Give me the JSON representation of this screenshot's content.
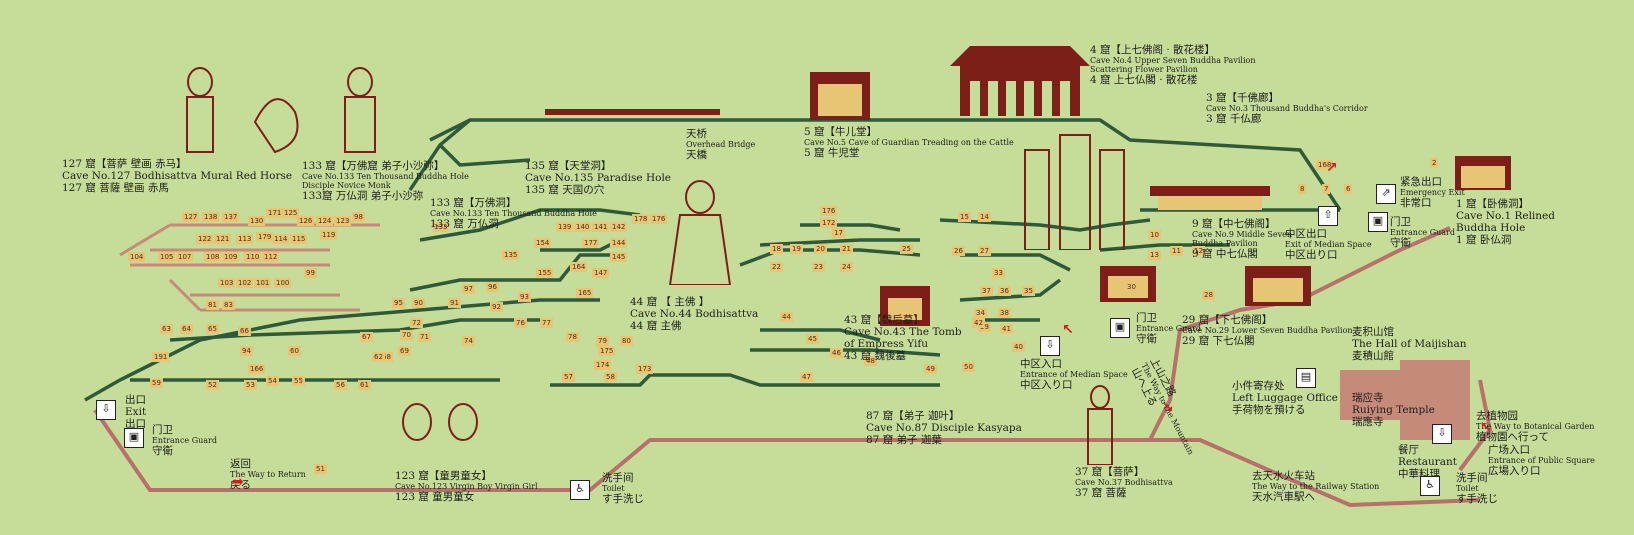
{
  "colors": {
    "background": "#c6dd9a",
    "walkway": "#2f5a3a",
    "route": "#b7716a",
    "building": "#7c1f18",
    "highlight": "#e6c574",
    "arrow": "#cc2020"
  },
  "labels": {
    "c127": {
      "zh": "127 窟【菩萨 壁画 赤马】",
      "en": "Cave No.127 Bodhisattva  Mural  Red Horse",
      "jp": "127 窟 菩薩 壁画 赤馬"
    },
    "c133a": {
      "zh": "133 窟【万佛窟 弟子小沙弥】",
      "en": "Cave No.133 Ten Thousand Buddha Hole",
      "en2": "Disciple Novice Monk",
      "jp": "133窟 万仏洞 弟子小沙弥"
    },
    "c135": {
      "zh": "135 窟【天堂洞】",
      "en": "Cave No.135 Paradise Hole",
      "jp": "135 窟 天国の穴"
    },
    "bridge": {
      "zh": "天桥",
      "en": "Overhead Bridge",
      "jp": "天橋"
    },
    "c5": {
      "zh": "5 窟【牛儿堂】",
      "en": "Cave No.5 Cave of Guardian Treading on the Cattle",
      "jp": "5 窟 牛児堂"
    },
    "c4": {
      "zh": "4 窟【上七佛阁 · 散花楼】",
      "en": "Cave No.4 Upper Seven Buddha Pavilion",
      "en2": "Scattering Flower Pavilion",
      "jp": "4 窟 上七仏閣 · 散花楼"
    },
    "c3": {
      "zh": "3 窟【千佛廊】",
      "en": "Cave No.3 Thousand Buddha's Corridor",
      "jp": "3 窟 千仏廊"
    },
    "c133b": {
      "zh": "133 窟【万佛洞】",
      "en": "Cave No.133 Ten Thousand Buddha Hole",
      "jp": "133 窟 万仏洞"
    },
    "emergency": {
      "zh": "紧急出口",
      "en": "Emergency Exit",
      "jp": "非常口"
    },
    "c1": {
      "zh": "1 窟【卧佛洞】",
      "en": "Cave No.1 Relined",
      "en2": "Buddha Hole",
      "jp": "1 窟 卧仏洞"
    },
    "c9": {
      "zh": "9 窟【中七佛阁】",
      "en": "Cave No.9 Middle Seven",
      "en2": "Buddha Pavilion",
      "jp": "9 窟 中七仏閣"
    },
    "midexit": {
      "zh": "中区出口",
      "en": "Exit of Median Space",
      "jp": "中区出り口"
    },
    "guard1": {
      "zh": "门卫",
      "en": "Entrance Guard",
      "jp": "守衛"
    },
    "c44": {
      "zh": "44 窟 【 主佛 】",
      "en": "Cave No.44 Bodhisattva",
      "jp": "44 窟 主佛"
    },
    "c43": {
      "zh": "43 窟【魏后墓】",
      "en": "Cave No.43 The Tomb",
      "en2": "of Empress Yifu",
      "jp": "43 窟 魏後墓"
    },
    "midentr": {
      "zh": "中区入口",
      "en": "Entrance of Median Space",
      "jp": "中区入り口"
    },
    "guard2": {
      "zh": "门卫",
      "en": "Entrance Guard",
      "jp": "守衛"
    },
    "c29": {
      "zh": "29 窟【下七佛阁】",
      "en": "Cave No.29  Lower Seven Buddha Pavilion",
      "jp": "29 窟 下七仏閣"
    },
    "exit": {
      "zh": "出口",
      "en": "Exit",
      "jp": "出口"
    },
    "guard3": {
      "zh": "门卫",
      "en": "Entrance Guard",
      "jp": "守衛"
    },
    "return": {
      "zh": "返回",
      "en": "The Way to Return",
      "jp": "戻る"
    },
    "c123": {
      "zh": "123 窟【童男童女】",
      "en": "Cave No.123  Virgin Boy  Virgin Girl",
      "jp": "123 窟 童男童女"
    },
    "toilet1": {
      "zh": "洗手间",
      "en": "Toilet",
      "jp": "す手洗じ"
    },
    "c87": {
      "zh": "87 窟【弟子 迦叶】",
      "en": "Cave No.87  Disciple  Kasyapa",
      "jp": "87 窟  弟子  迦葉"
    },
    "c37": {
      "zh": "37 窟【菩萨】",
      "en": "Cave No.37  Bodhisattva",
      "jp": "37 窟 菩薩"
    },
    "museum": {
      "zh": "麦积山馆",
      "en": "The Hall of Maijishan",
      "jp": "麦積山館"
    },
    "luggage": {
      "zh": "小件寄存处",
      "en": "Left Luggage Office",
      "jp": "手荷物を預ける"
    },
    "temple": {
      "zh": "瑞应寺",
      "en": "Ruiying Temple",
      "jp": "瑞應寺"
    },
    "garden": {
      "zh": "去植物园",
      "en": "The Way to Botanical Garden",
      "jp": "植物園へ行って"
    },
    "square": {
      "zh": "广场入口",
      "en": "Entrance of Public Square",
      "jp": "広場入り口"
    },
    "restaurant": {
      "zh": "餐厅",
      "en": "Restaurant",
      "jp": "中華料理"
    },
    "toilet2": {
      "zh": "洗手间",
      "en": "Toilet",
      "jp": "す手洗じ"
    },
    "railway": {
      "zh": "去天水火车站",
      "en": "The Way to the Railway Station",
      "jp": "天水汽車駅へ"
    },
    "uphill": {
      "zh": "上山之路",
      "en": "The Way to the Mountain",
      "jp": "山へ上る"
    }
  },
  "caves": [
    {
      "n": "127"
    },
    {
      "n": "138"
    },
    {
      "n": "137"
    },
    {
      "n": "130"
    },
    {
      "n": "171"
    },
    {
      "n": "125"
    },
    {
      "n": "126"
    },
    {
      "n": "124"
    },
    {
      "n": "123"
    },
    {
      "n": "98"
    },
    {
      "n": "122"
    },
    {
      "n": "121"
    },
    {
      "n": "113"
    },
    {
      "n": "179"
    },
    {
      "n": "114"
    },
    {
      "n": "115"
    },
    {
      "n": "119"
    },
    {
      "n": "104"
    },
    {
      "n": "105"
    },
    {
      "n": "107"
    },
    {
      "n": "108"
    },
    {
      "n": "109"
    },
    {
      "n": "110"
    },
    {
      "n": "112"
    },
    {
      "n": "103"
    },
    {
      "n": "102"
    },
    {
      "n": "101"
    },
    {
      "n": "100"
    },
    {
      "n": "99"
    },
    {
      "n": "81"
    },
    {
      "n": "83"
    },
    {
      "n": "95"
    },
    {
      "n": "90"
    },
    {
      "n": "91"
    },
    {
      "n": "92"
    },
    {
      "n": "97"
    },
    {
      "n": "96"
    },
    {
      "n": "93"
    },
    {
      "n": "165"
    },
    {
      "n": "135"
    },
    {
      "n": "133"
    },
    {
      "n": "139"
    },
    {
      "n": "140"
    },
    {
      "n": "141"
    },
    {
      "n": "142"
    },
    {
      "n": "178"
    },
    {
      "n": "176"
    },
    {
      "n": "154"
    },
    {
      "n": "177"
    },
    {
      "n": "144"
    },
    {
      "n": "155"
    },
    {
      "n": "147"
    },
    {
      "n": "145"
    },
    {
      "n": "164"
    },
    {
      "n": "74"
    },
    {
      "n": "76"
    },
    {
      "n": "77"
    },
    {
      "n": "78"
    },
    {
      "n": "79"
    },
    {
      "n": "80"
    },
    {
      "n": "72"
    },
    {
      "n": "70"
    },
    {
      "n": "71"
    },
    {
      "n": "67"
    },
    {
      "n": "68"
    },
    {
      "n": "69"
    },
    {
      "n": "63"
    },
    {
      "n": "64"
    },
    {
      "n": "65"
    },
    {
      "n": "66"
    },
    {
      "n": "191"
    },
    {
      "n": "94"
    },
    {
      "n": "166"
    },
    {
      "n": "60"
    },
    {
      "n": "59"
    },
    {
      "n": "52"
    },
    {
      "n": "53"
    },
    {
      "n": "54"
    },
    {
      "n": "55"
    },
    {
      "n": "56"
    },
    {
      "n": "61"
    },
    {
      "n": "62"
    },
    {
      "n": "57"
    },
    {
      "n": "58"
    },
    {
      "n": "173"
    },
    {
      "n": "174"
    },
    {
      "n": "175"
    },
    {
      "n": "51"
    },
    {
      "n": "176"
    },
    {
      "n": "172"
    },
    {
      "n": "17"
    },
    {
      "n": "18"
    },
    {
      "n": "19"
    },
    {
      "n": "20"
    },
    {
      "n": "21"
    },
    {
      "n": "22"
    },
    {
      "n": "23"
    },
    {
      "n": "24"
    },
    {
      "n": "25"
    },
    {
      "n": "15"
    },
    {
      "n": "14"
    },
    {
      "n": "26"
    },
    {
      "n": "27"
    },
    {
      "n": "33"
    },
    {
      "n": "37"
    },
    {
      "n": "36"
    },
    {
      "n": "35"
    },
    {
      "n": "34"
    },
    {
      "n": "38"
    },
    {
      "n": "39"
    },
    {
      "n": "42"
    },
    {
      "n": "41"
    },
    {
      "n": "40"
    },
    {
      "n": "44"
    },
    {
      "n": "45"
    },
    {
      "n": "46"
    },
    {
      "n": "47"
    },
    {
      "n": "48"
    },
    {
      "n": "49"
    },
    {
      "n": "50"
    },
    {
      "n": "168"
    },
    {
      "n": "8"
    },
    {
      "n": "7"
    },
    {
      "n": "6"
    },
    {
      "n": "2"
    },
    {
      "n": "10"
    },
    {
      "n": "11"
    },
    {
      "n": "12"
    },
    {
      "n": "13"
    },
    {
      "n": "30"
    },
    {
      "n": "28"
    }
  ],
  "figures": [
    "mural-figure",
    "bodhisattva-statue",
    "main-buddha-statue",
    "guardian-statue",
    "disciple-statue"
  ]
}
